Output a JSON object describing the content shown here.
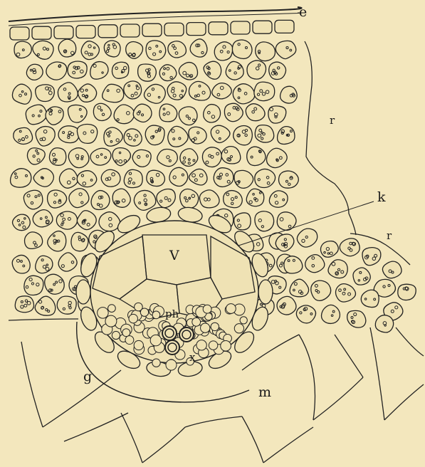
{
  "figure": {
    "labels": {
      "e": "e",
      "r_upper": "r",
      "k": "k",
      "r_lower": "r",
      "v": "V",
      "ph": "ph",
      "x": "x",
      "g": "g",
      "m": "m"
    },
    "colors": {
      "paper": "#f3e7bd",
      "cell_fill": "#efe2b4",
      "ink": "#222222"
    }
  }
}
